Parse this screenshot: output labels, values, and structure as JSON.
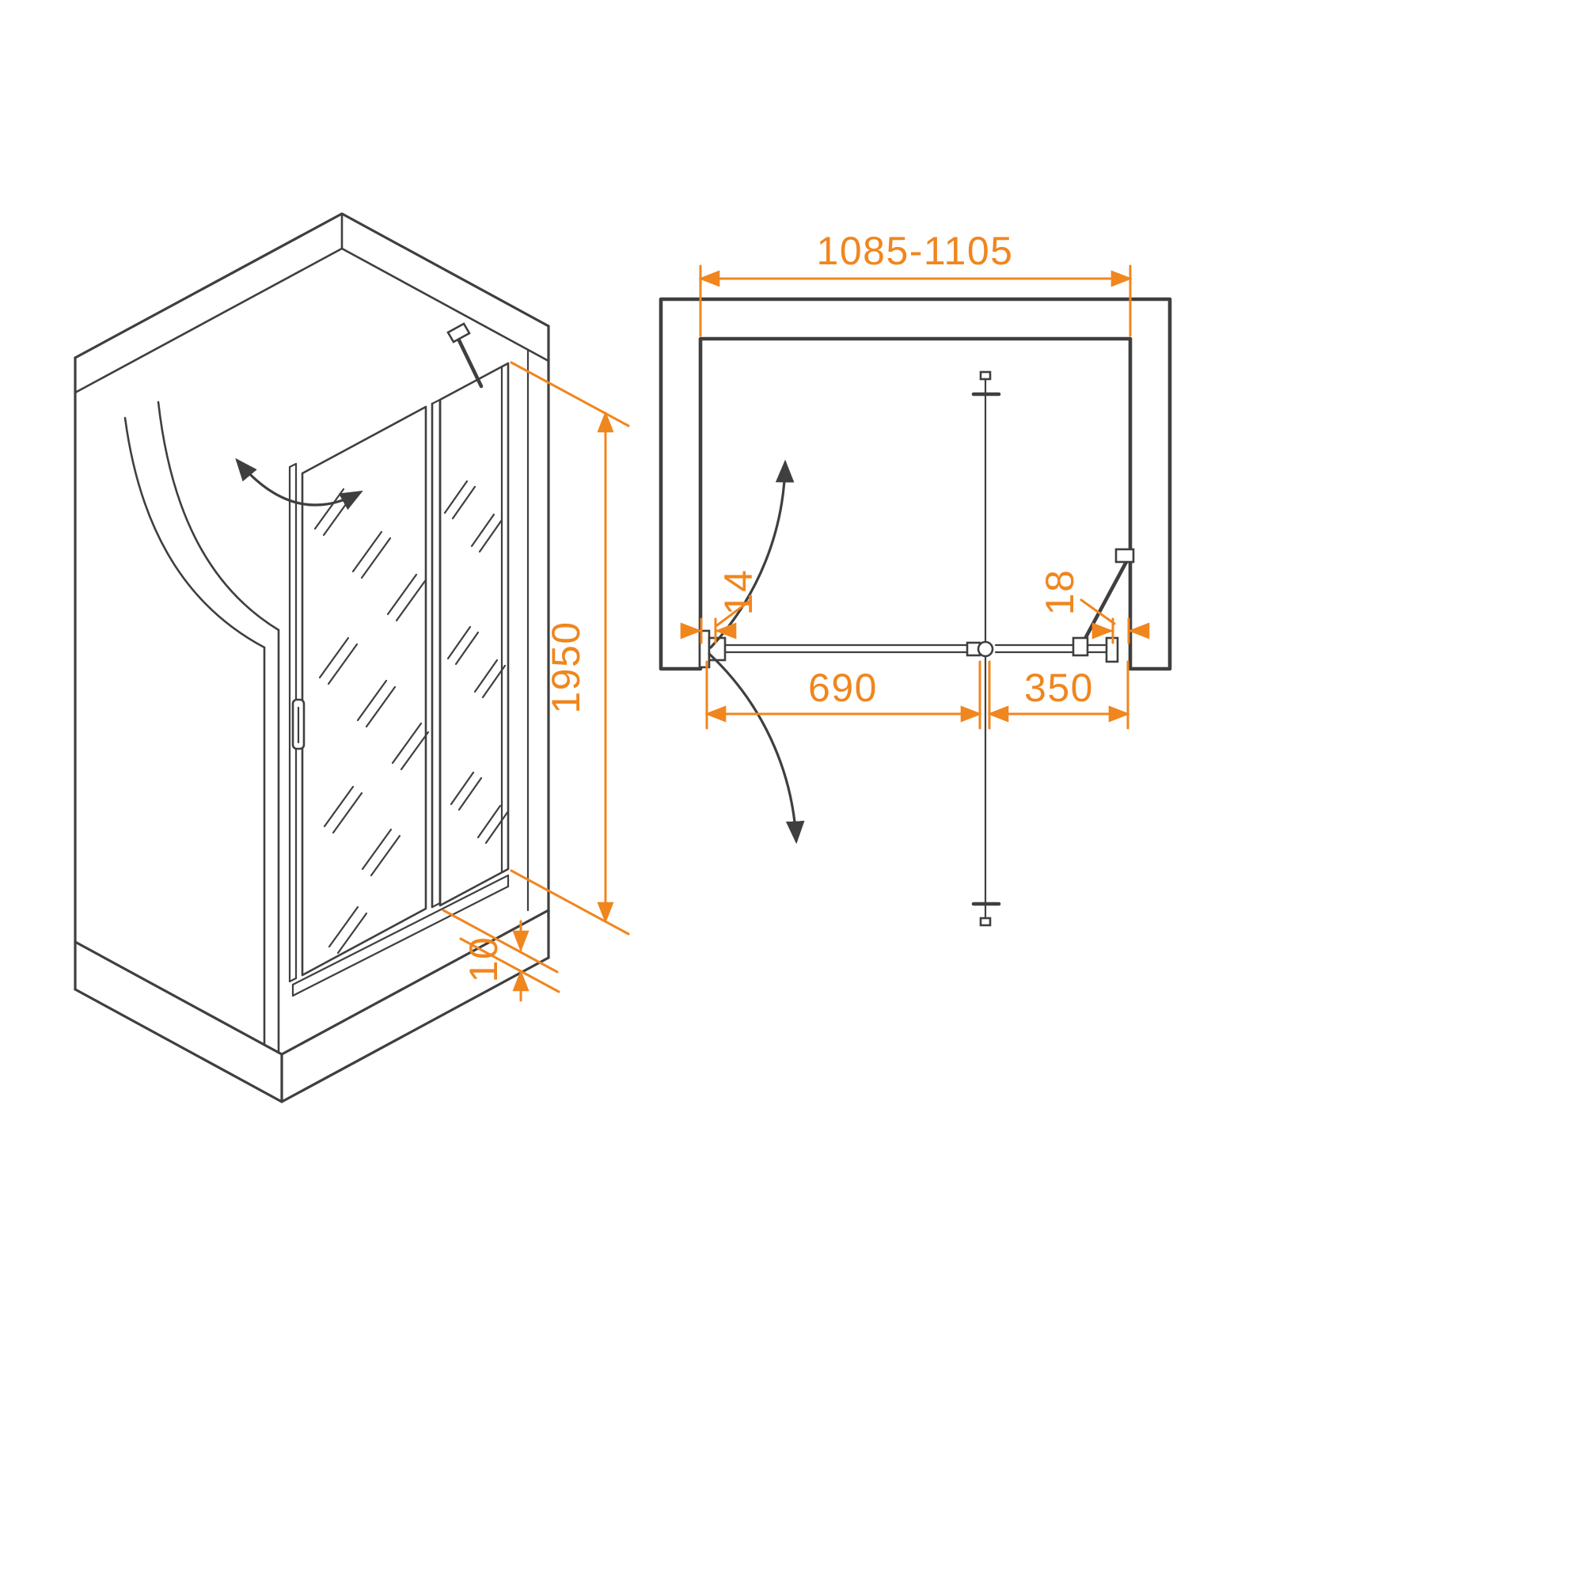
{
  "drawing": {
    "title": "Shower enclosure technical drawing",
    "views": {
      "iso": "isometric-view",
      "plan": "top-view"
    },
    "dimensions": {
      "overall_width": "1085-1105",
      "height": "1950",
      "threshold": "10",
      "door_width": "690",
      "fixed_panel_width": "350",
      "hinge_profile": "14",
      "wall_profile": "18"
    },
    "colors": {
      "line": "#3f3f3f",
      "dim": "#f0861e",
      "bg": "#ffffff"
    }
  }
}
